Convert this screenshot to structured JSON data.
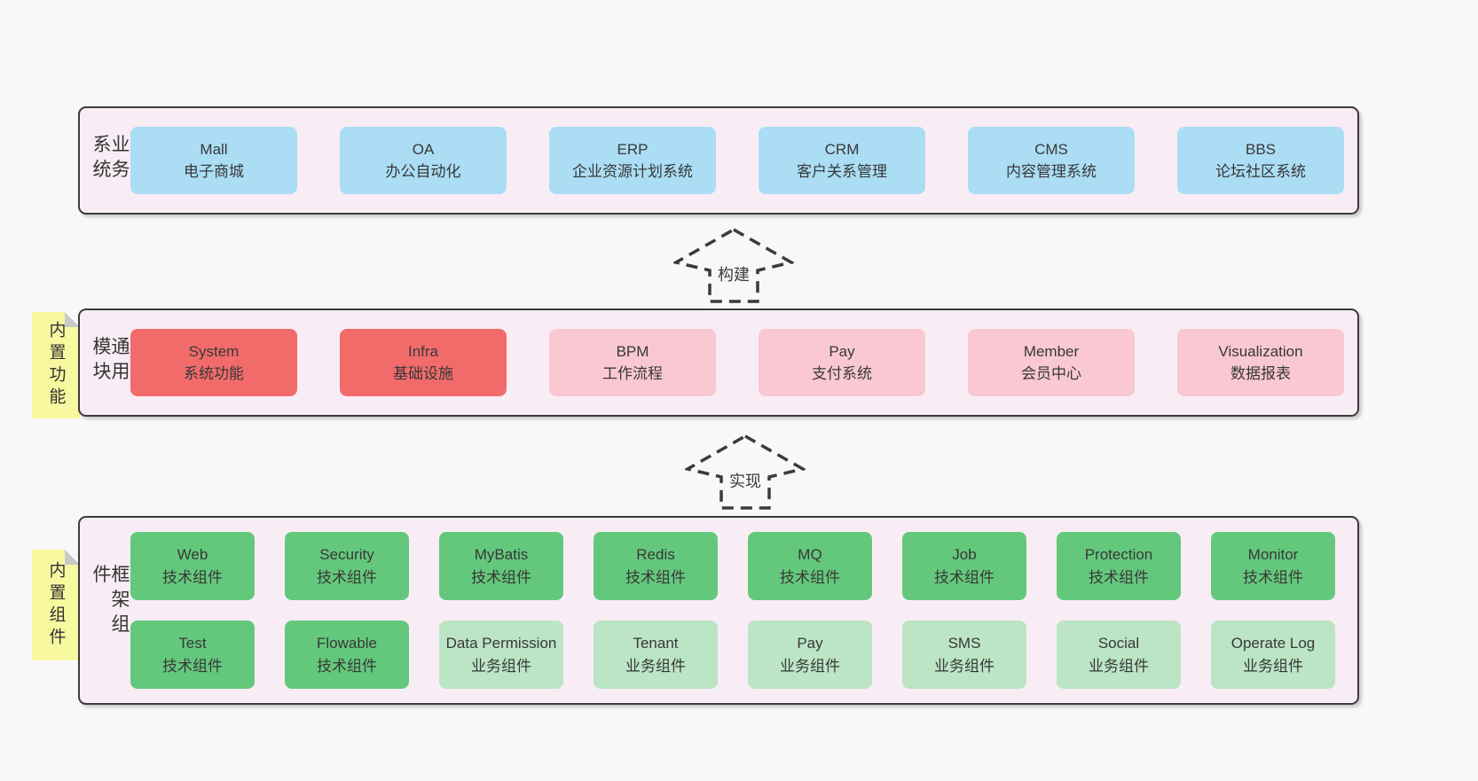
{
  "colors": {
    "page_bg": "#f8f8f8",
    "container_bg": "#f9edf5",
    "border": "#3b3b3b",
    "blue_box": "#abddf5",
    "red_box": "#f26b6b",
    "pink_box": "#f9c8d2",
    "green_box": "#64c87c",
    "light_green_box": "#bbe5c5",
    "sticky_yellow": "#f8f8a0",
    "sticky_fold_gray": "#c9c9c9",
    "text": "#383838"
  },
  "arrows": {
    "build": {
      "label": "构建"
    },
    "implement": {
      "label": "实现"
    }
  },
  "business_layer": {
    "side_label": "业务系统",
    "boxes": [
      {
        "name": "Mall",
        "desc": "电子商城"
      },
      {
        "name": "OA",
        "desc": "办公自动化"
      },
      {
        "name": "ERP",
        "desc": "企业资源计划系统"
      },
      {
        "name": "CRM",
        "desc": "客户关系管理"
      },
      {
        "name": "CMS",
        "desc": "内容管理系统"
      },
      {
        "name": "BBS",
        "desc": "论坛社区系统"
      }
    ]
  },
  "module_layer": {
    "side_label": "通用模块",
    "sticky_label": "内置功能",
    "boxes": [
      {
        "name": "System",
        "desc": "系统功能"
      },
      {
        "name": "Infra",
        "desc": "基础设施"
      },
      {
        "name": "BPM",
        "desc": "工作流程"
      },
      {
        "name": "Pay",
        "desc": "支付系统"
      },
      {
        "name": "Member",
        "desc": "会员中心"
      },
      {
        "name": "Visualization",
        "desc": "数据报表"
      }
    ]
  },
  "framework_layer": {
    "side_label": "框架组件",
    "sticky_label": "内置组件",
    "row1": [
      {
        "name": "Web",
        "desc": "技术组件"
      },
      {
        "name": "Security",
        "desc": "技术组件"
      },
      {
        "name": "MyBatis",
        "desc": "技术组件"
      },
      {
        "name": "Redis",
        "desc": "技术组件"
      },
      {
        "name": "MQ",
        "desc": "技术组件"
      },
      {
        "name": "Job",
        "desc": "技术组件"
      },
      {
        "name": "Protection",
        "desc": "技术组件"
      },
      {
        "name": "Monitor",
        "desc": "技术组件"
      }
    ],
    "row2": [
      {
        "name": "Test",
        "desc": "技术组件"
      },
      {
        "name": "Flowable",
        "desc": "技术组件"
      },
      {
        "name": "Data Permission",
        "desc": "业务组件"
      },
      {
        "name": "Tenant",
        "desc": "业务组件"
      },
      {
        "name": "Pay",
        "desc": "业务组件"
      },
      {
        "name": "SMS",
        "desc": "业务组件"
      },
      {
        "name": "Social",
        "desc": "业务组件"
      },
      {
        "name": "Operate Log",
        "desc": "业务组件"
      }
    ]
  }
}
